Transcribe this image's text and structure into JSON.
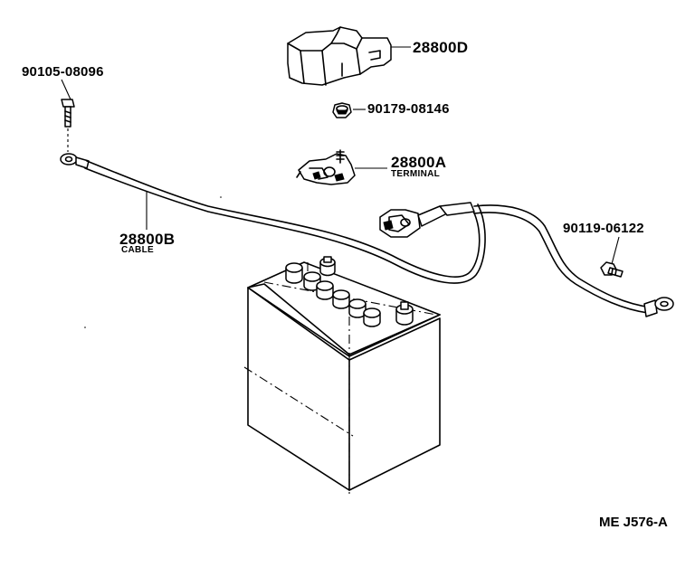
{
  "labels": {
    "p_28800D": "28800D",
    "p_90105": "90105-08096",
    "p_90179": "90179-08146",
    "p_28800A": "28800A",
    "p_28800A_sub": "TERMINAL",
    "p_28800B": "28800B",
    "p_28800B_sub": "CABLE",
    "p_90119": "90119-06122",
    "ref_code": "ME J576-A"
  }
}
